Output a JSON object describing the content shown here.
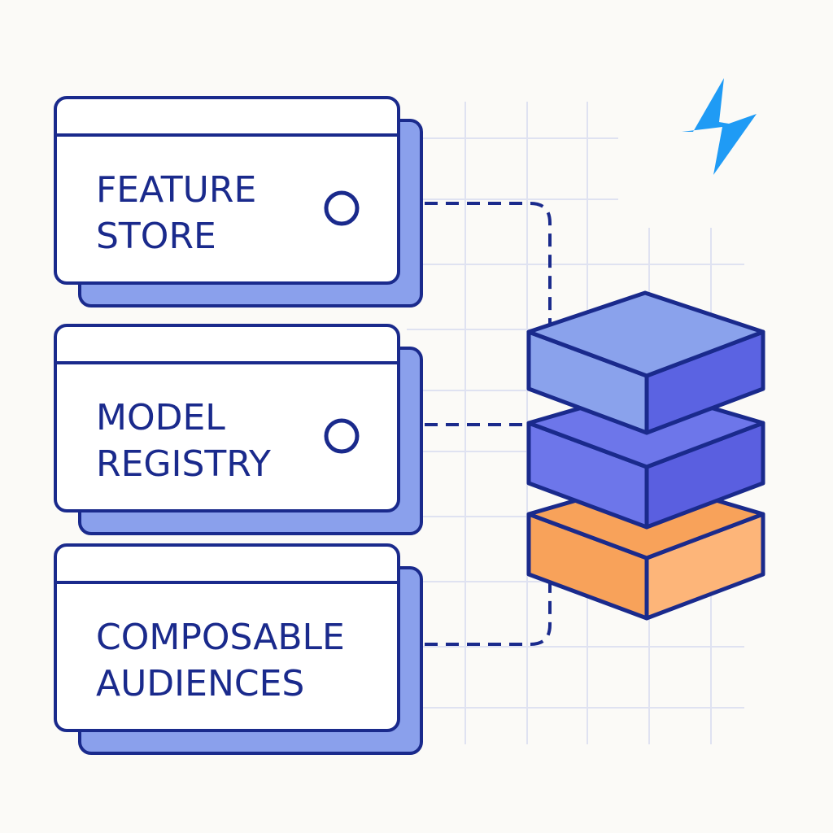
{
  "colors": {
    "background": "#fbfaf7",
    "outline": "#1a2a8c",
    "card_fill": "#ffffff",
    "card_shadow": "#8aa0ec",
    "grid": "#dfe2f1",
    "layer_top_light": "#8aa2ec",
    "layer_top_dark": "#5b63e2",
    "layer_mid_light": "#6d76ea",
    "layer_mid_dark": "#5a5fe0",
    "layer_bottom_light": "#f8a25a",
    "layer_bottom_dark": "#fdb579",
    "logo": "#1f9bf5"
  },
  "cards": [
    {
      "line1": "FEATURE",
      "line2": "STORE",
      "has_indicator": true
    },
    {
      "line1": "MODEL",
      "line2": "REGISTRY",
      "has_indicator": true
    },
    {
      "line1": "COMPOSABLE",
      "line2": "AUDIENCES",
      "has_indicator": false
    }
  ],
  "stack": {
    "layers": [
      "top",
      "middle",
      "bottom"
    ]
  },
  "logo": {
    "icon": "lightning-bolt-icon"
  }
}
